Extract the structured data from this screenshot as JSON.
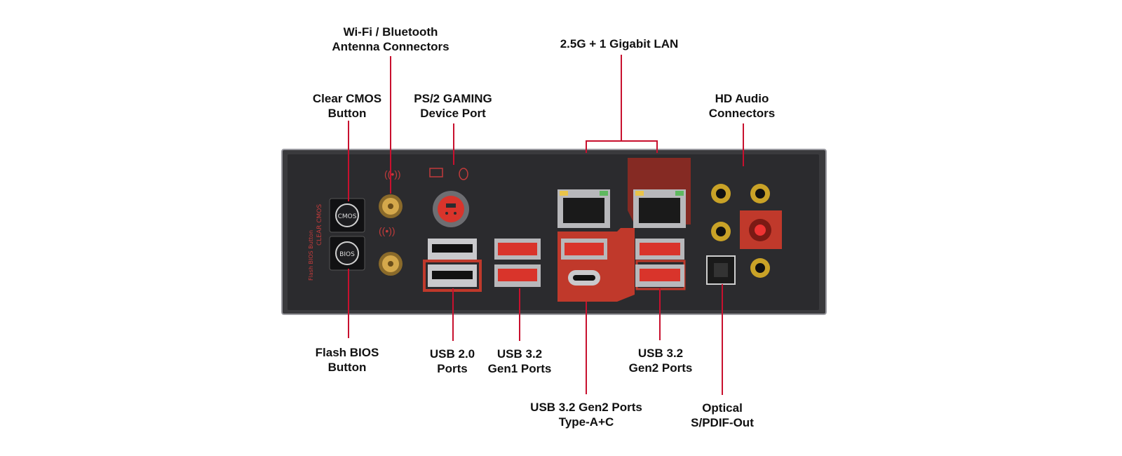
{
  "colors": {
    "leader_line": "#c8102e",
    "panel_dark": "#2b2b2e",
    "accent_red": "#c0392b"
  },
  "labels": {
    "wifi": [
      "Wi-Fi / Bluetooth",
      "Antenna Connectors"
    ],
    "lan": [
      "2.5G + 1 Gigabit LAN"
    ],
    "clear_cmos": [
      "Clear CMOS",
      "Button"
    ],
    "ps2": [
      "PS/2 GAMING",
      "Device Port"
    ],
    "hd_audio": [
      "HD Audio",
      "Connectors"
    ],
    "flash_bios": [
      "Flash BIOS",
      "Button"
    ],
    "usb20": [
      "USB 2.0",
      "Ports"
    ],
    "usb32_gen1": [
      "USB 3.2",
      "Gen1 Ports"
    ],
    "usb32_gen2": [
      "USB 3.2",
      "Gen2 Ports"
    ],
    "usb32_gen2_ac": [
      "USB 3.2 Gen2 Ports",
      "Type-A+C"
    ],
    "optical": [
      "Optical",
      "S/PDIF-Out"
    ]
  },
  "panel_print": {
    "clear_cmos": "CLEAR CMOS",
    "flash_bios": "Flash BIOS Button",
    "cmos_key": "CMOS",
    "bios_key": "BIOS"
  }
}
